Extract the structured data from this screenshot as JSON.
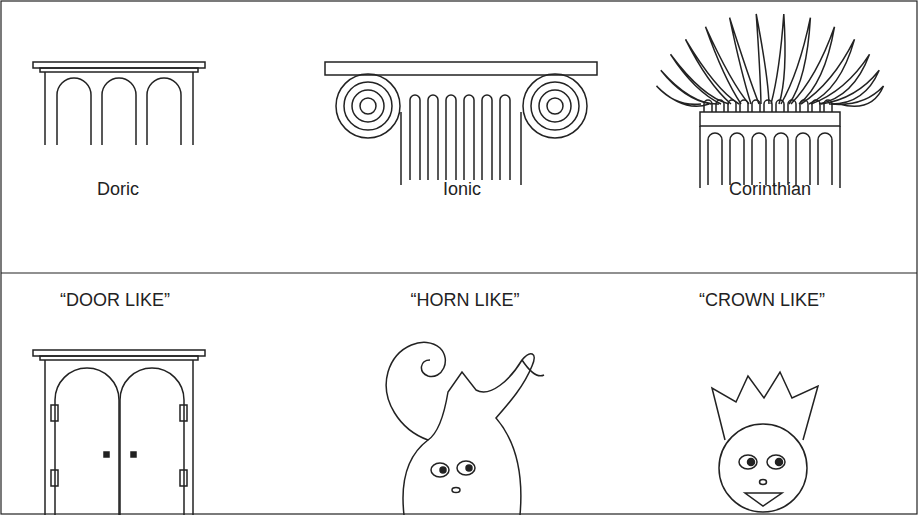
{
  "diagram": {
    "labels": [
      "Doric",
      "Ionic",
      "Corinthian",
      "“DOOR LIKE”",
      "“HORN LIKE”",
      "“CROWN LIKE”"
    ]
  }
}
